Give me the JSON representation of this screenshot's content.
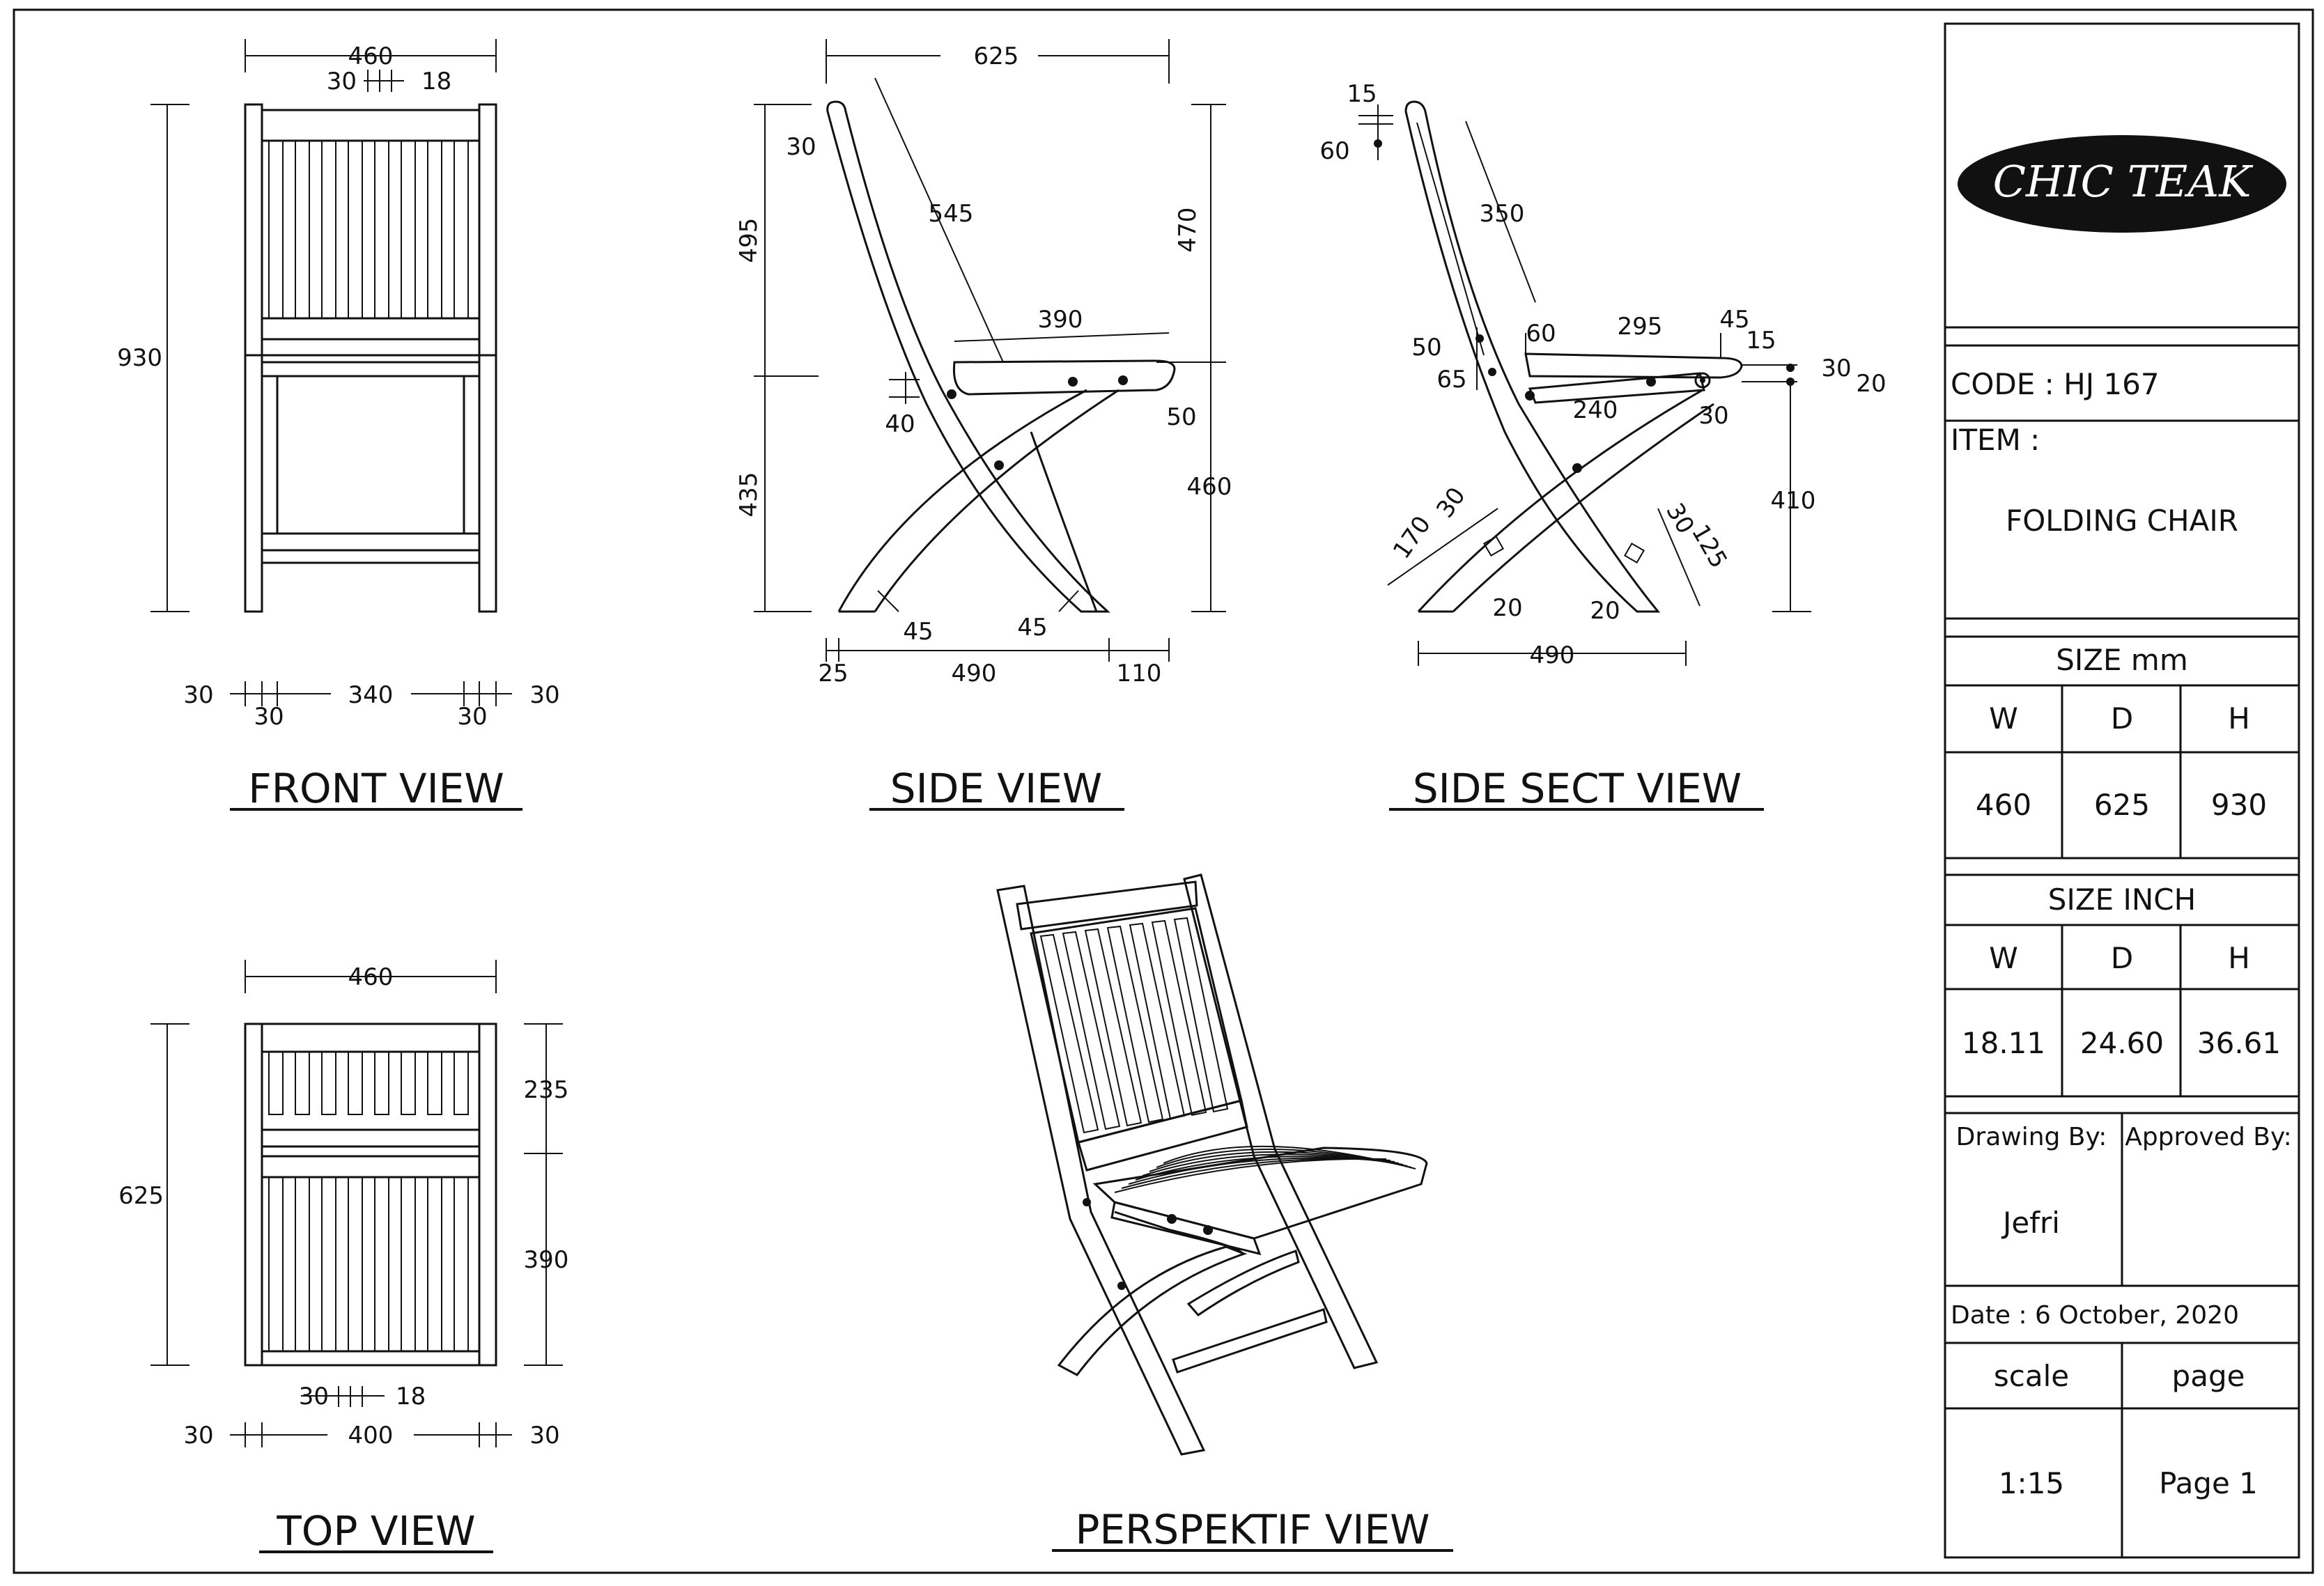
{
  "views": {
    "front": {
      "title": "FRONT VIEW",
      "dims": {
        "width": "460",
        "slat_gap": "30",
        "slat_width": "18",
        "height": "930",
        "left_outer": "30",
        "left_inner": "30",
        "middle": "340",
        "right_inner": "30",
        "right_outer": "30"
      }
    },
    "side": {
      "title": "SIDE VIEW",
      "dims": {
        "depth": "625",
        "top_radius": "30",
        "back_leg": "545",
        "seat_depth": "390",
        "upper_height": "495",
        "lower_height": "435",
        "back_height": "470",
        "seat_front_height": "460",
        "seat_rail": "40",
        "seat_front": "50",
        "left_angle": "45",
        "right_angle": "45",
        "left_offset": "25",
        "base": "490",
        "right_offset": "110"
      }
    },
    "section": {
      "title": "SIDE SECT VIEW",
      "dims": {
        "top_a": "15",
        "top_b": "60",
        "back": "350",
        "a50": "50",
        "a65": "65",
        "a60": "60",
        "seat": "295",
        "front45": "45",
        "front15": "15",
        "front30": "30",
        "front20": "20",
        "rail240": "240",
        "pivot30": "30",
        "leg170": "170",
        "leg30": "30",
        "leg20": "20",
        "leg20b": "20",
        "r30": "30",
        "r125": "125",
        "height410": "410",
        "base": "490"
      }
    },
    "top": {
      "title": "TOP VIEW",
      "dims": {
        "width": "460",
        "depth": "625",
        "back": "235",
        "seat": "390",
        "slat_gap": "30",
        "slat_width": "18",
        "left": "30",
        "middle": "400",
        "right": "30"
      }
    },
    "perspective": {
      "title": "PERSPEKTIF VIEW"
    }
  },
  "title_block": {
    "logo": "CHIC TEAK",
    "code_label": "CODE : HJ 167",
    "item_label": "ITEM :",
    "item_name": "FOLDING CHAIR",
    "size_mm_label": "SIZE mm",
    "size_inch_label": "SIZE INCH",
    "headers": [
      "W",
      "D",
      "H"
    ],
    "size_mm": [
      "460",
      "625",
      "930"
    ],
    "size_inch": [
      "18.11",
      "24.60",
      "36.61"
    ],
    "drawing_by_label": "Drawing By:",
    "approved_by_label": "Approved By:",
    "drawing_by": "Jefri",
    "date": "Date : 6 October, 2020",
    "scale_label": "scale",
    "page_label": "page",
    "scale": "1:15",
    "page": "Page 1"
  }
}
